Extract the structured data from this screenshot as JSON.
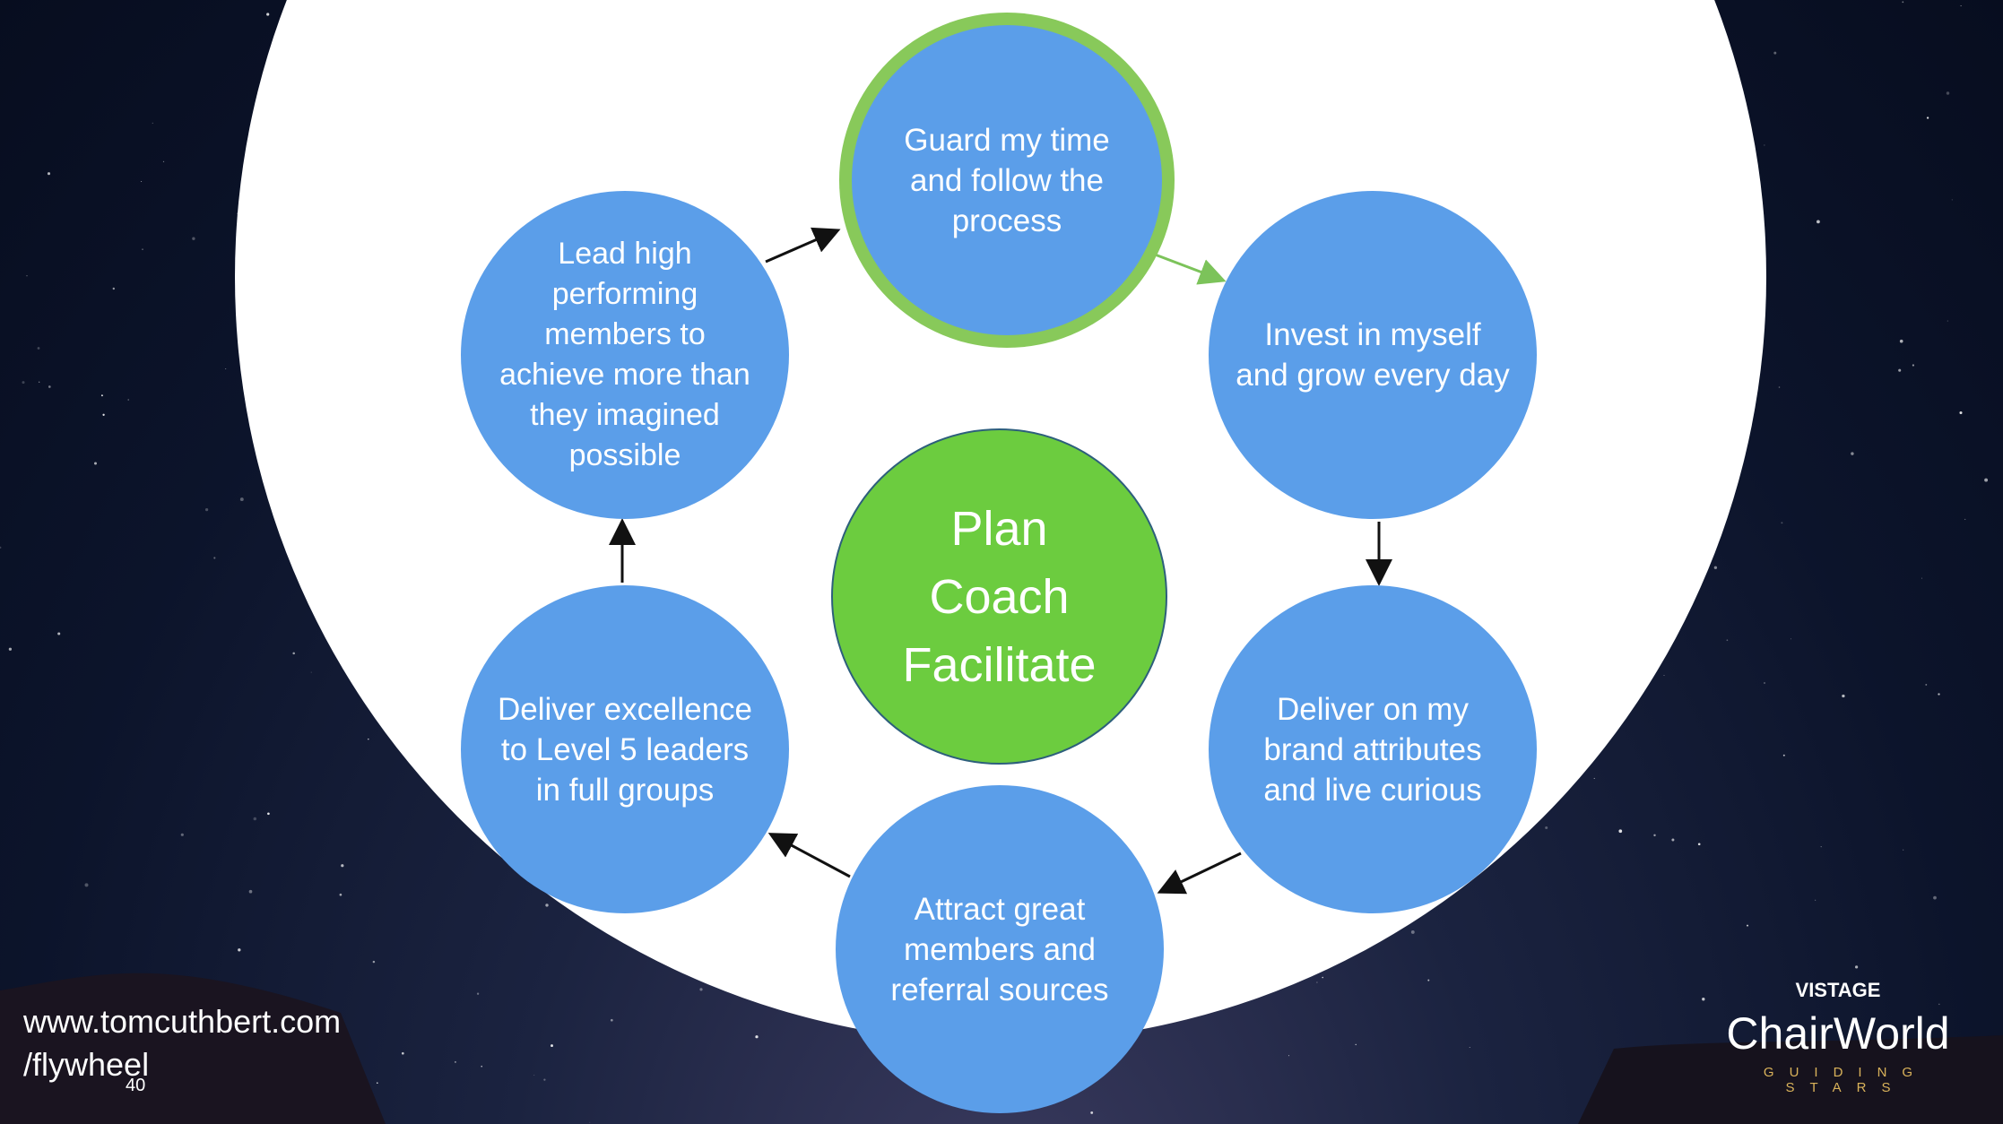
{
  "diagram": {
    "center": "Plan\nCoach\nFacilitate",
    "nodes": {
      "top": "Guard my time\nand follow the\nprocess",
      "upper_right": "Invest in myself\nand grow every day",
      "lower_right": "Deliver on my\nbrand attributes\nand live curious",
      "bottom": "Attract great\nmembers and\nreferral sources",
      "lower_left": "Deliver excellence\nto Level 5 leaders\nin full groups",
      "upper_left": "Lead high\nperforming\nmembers to\nachieve more than\nthey imagined\npossible"
    },
    "colors": {
      "node": "#5b9ee9",
      "center": "#6ccc3f",
      "highlight_ring": "#88c95a",
      "arrow": "#111111",
      "arrow_highlight": "#7cc35a"
    }
  },
  "footer": {
    "url_line1": "www.tomcuthbert.com",
    "url_line2": "/flywheel",
    "slide_number": "40"
  },
  "logo": {
    "brand": "VISTAGE",
    "name": "ChairWorld",
    "tagline": "GUIDING STARS"
  }
}
